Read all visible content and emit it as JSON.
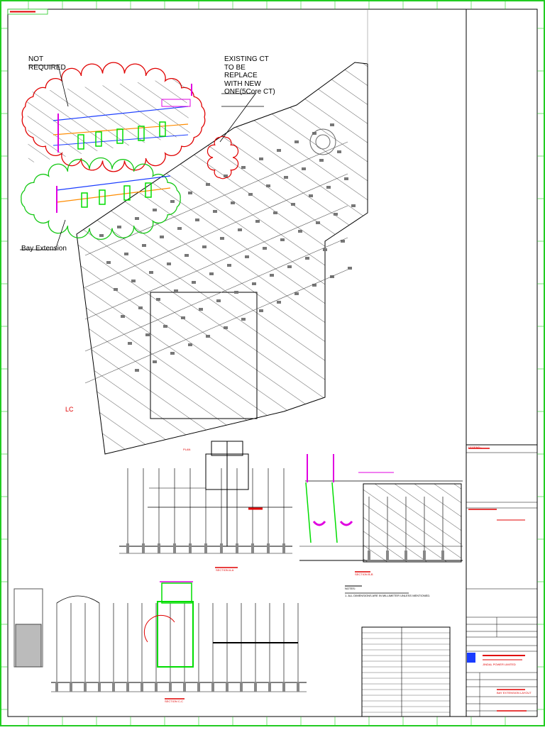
{
  "drawing": {
    "colors": {
      "green_frame": "#22cc22",
      "hatch": "#333333",
      "red_cloud": "#e00000",
      "green_cloud": "#16c816",
      "magenta": "#e000e0",
      "blue": "#1a3cff",
      "orange": "#ff8c00",
      "equipment_green": "#00dd00"
    },
    "callouts": {
      "not_required_line1": "NOT",
      "not_required_line2": "REQUIRED",
      "existing_ct_line1": "EXISTING CT",
      "existing_ct_line2": "TO BE",
      "existing_ct_line3": "REPLACE",
      "existing_ct_line4": "WITH NEW",
      "existing_ct_line5": "ONE(5Core CT)",
      "bay_extension": "Bay Extension"
    },
    "small_labels": {
      "section_1": "SECTION A-A",
      "section_2": "SECTION B-B",
      "section_3": "SECTION C-C",
      "plan_title": "PLAN",
      "notes_title": "NOTES:",
      "notes_1": "1. ALL DIMENSIONS ARE IN MILLIMETER UNLESS MENTIONED.",
      "legend": "LEGEND:-"
    },
    "title_block": {
      "company": "JINDAL POWER LIMITED",
      "drawing_title": "BAY EXTENSION LAYOUT"
    }
  }
}
